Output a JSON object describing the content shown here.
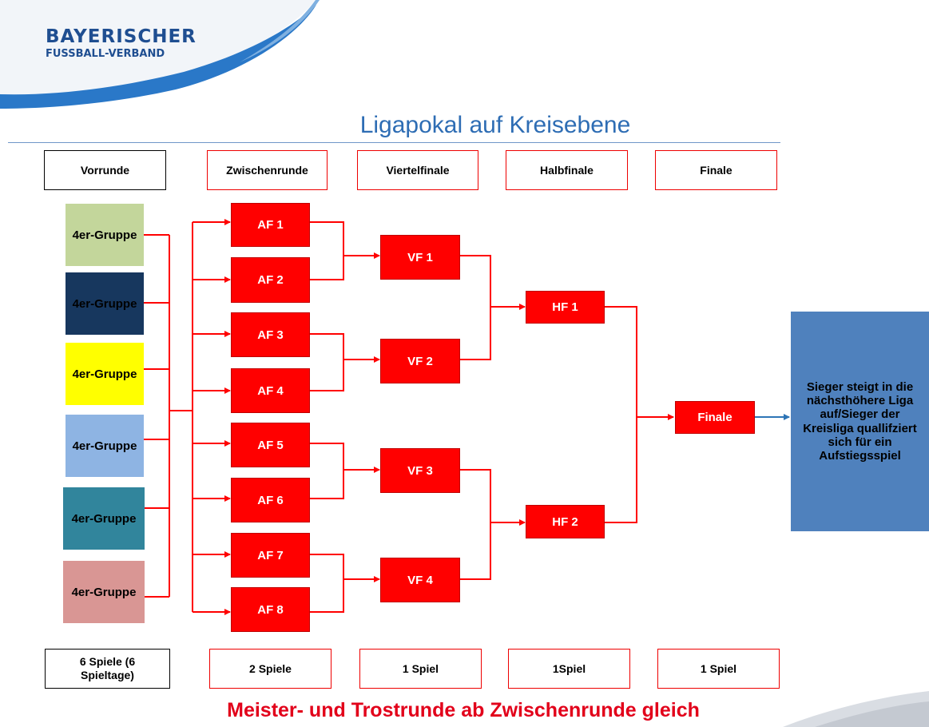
{
  "logo": {
    "line1": "BAYERISCHER",
    "line2": "FUSSBALL-VERBAND"
  },
  "title": "Ligapokal auf Kreisebene",
  "headers": [
    "Vorrunde",
    "Zwischenrunde",
    "Viertelfinale",
    "Halbfinale",
    "Finale"
  ],
  "groups": [
    {
      "label": "4er-Gruppe",
      "color": "#c3d69b"
    },
    {
      "label": "4er-Gruppe",
      "color": "#17375e"
    },
    {
      "label": "4er-Gruppe",
      "color": "#ffff00"
    },
    {
      "label": "4er-Gruppe",
      "color": "#8eb4e3"
    },
    {
      "label": "4er-Gruppe",
      "color": "#31859c"
    },
    {
      "label": "4er-Gruppe",
      "color": "#d99694"
    }
  ],
  "round_of_16": [
    "AF 1",
    "AF 2",
    "AF 3",
    "AF 4",
    "AF 5",
    "AF 6",
    "AF 7",
    "AF 8"
  ],
  "quarterfinals": [
    "VF 1",
    "VF 2",
    "VF 3",
    "VF 4"
  ],
  "semifinals": [
    "HF 1",
    "HF 2"
  ],
  "final": "Finale",
  "winner_text": "Sieger steigt in die nächsthöhere Liga auf/Sieger der Kreisliga quallifziert sich für ein Aufstiegsspiel",
  "games": [
    "6 Spiele (6 Spieltage)",
    "2 Spiele",
    "1 Spiel",
    "1Spiel",
    "1 Spiel"
  ],
  "footer": "Meister- und Trostrunde ab Zwischenrunde gleich",
  "colors": {
    "accent_red": "#ff0000",
    "title_blue": "#2e6db4",
    "winner_blue": "#4f81bd",
    "footer_red": "#e2001a"
  }
}
